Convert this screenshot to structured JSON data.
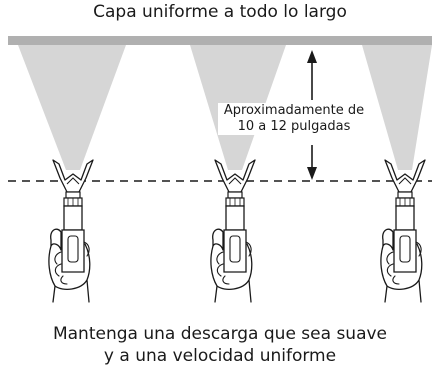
{
  "title": "Capa uniforme a todo lo largo",
  "distance_label": {
    "line1": "Aproximadamente de",
    "line2": "10 a 12 pulgadas"
  },
  "caption": {
    "line1": "Mantenga una descarga que sea suave",
    "line2": "y a una velocidad uniforme"
  },
  "colors": {
    "surface": "#b0b0b0",
    "spray": "#d6d6d6",
    "line": "#1a1a1a",
    "fill": "#ffffff"
  },
  "guns": [
    "spray-gun-left",
    "spray-gun-center",
    "spray-gun-right"
  ]
}
